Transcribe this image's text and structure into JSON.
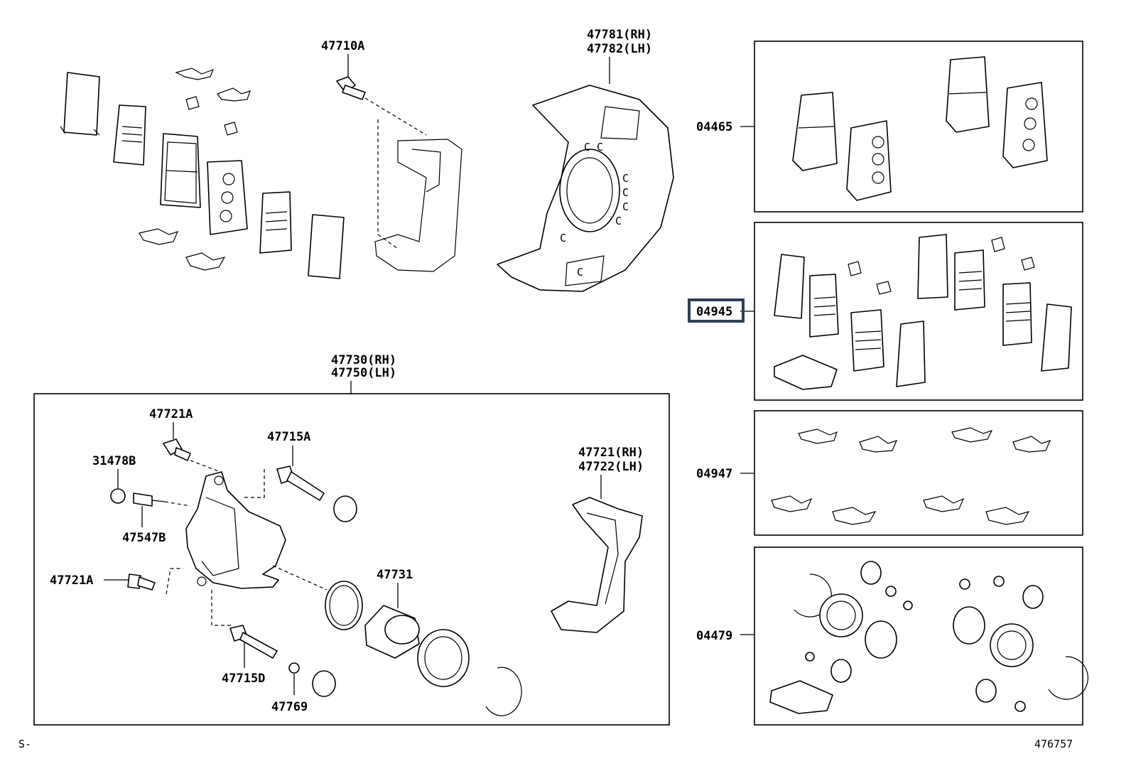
{
  "labels": {
    "p47710A": "47710A",
    "p47781": "47781(RH)",
    "p47782": "47782(LH)",
    "p04465": "04465",
    "p04945": "04945",
    "p47730": "47730(RH)",
    "p47750": "47750(LH)",
    "p47721A_top": "47721A",
    "p47715A": "47715A",
    "p31478B": "31478B",
    "p47547B": "47547B",
    "p47721": "47721(RH)",
    "p47722": "47722(LH)",
    "p04947": "04947",
    "p47721A_bot": "47721A",
    "p47731": "47731",
    "p47715D": "47715D",
    "p47769": "47769",
    "p04479": "04479"
  },
  "footer": {
    "left_mark": "S-",
    "diagram_number": "476757"
  },
  "highlight": {
    "selected_part": "04945",
    "color": "#2e3f52"
  }
}
